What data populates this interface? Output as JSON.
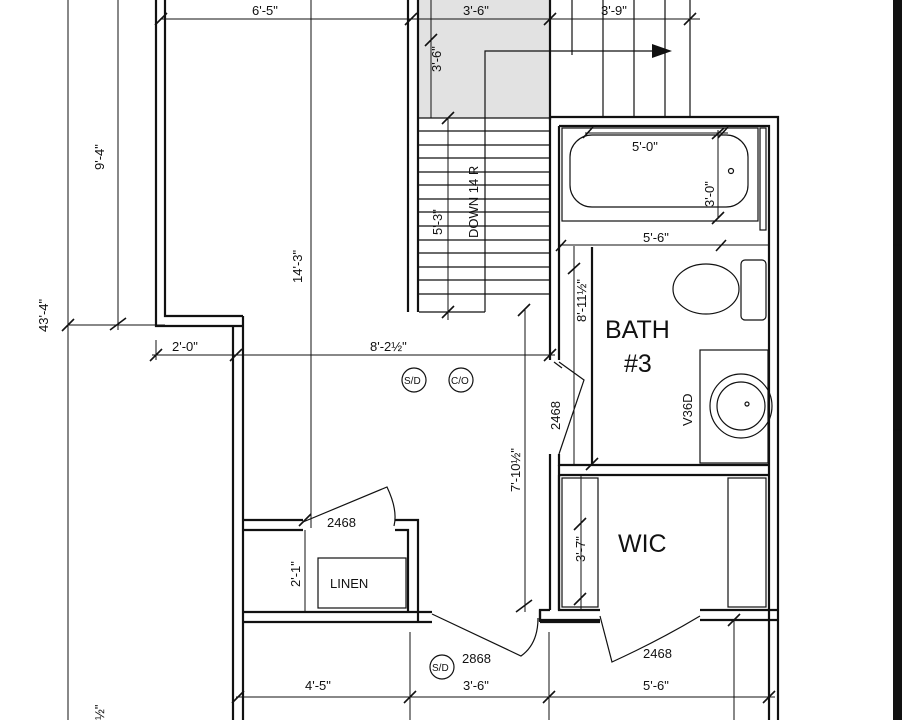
{
  "rooms": {
    "bath_line1": "BATH",
    "bath_line2": "#3",
    "wic": "WIC",
    "linen": "LINEN"
  },
  "stairs": {
    "label": "DOWN 14 R"
  },
  "dimensions": {
    "top_6_5": "6'-5\"",
    "top_3_6": "3'-6\"",
    "top_3_9": "3'-9\"",
    "stair_3_6_vert": "3'-6\"",
    "stair_5_3": "5'-3\"",
    "left_9_4": "9'-4\"",
    "left_43_4": "43'-4\"",
    "left_bottom_partial": "½\"",
    "center_14_3": "14'-3\"",
    "left_2_0": "2'-0\"",
    "hall_8_2_half": "8'-2½\"",
    "hall_7_10_half": "7'-10½\"",
    "tub_5_0": "5'-0\"",
    "tub_3_0": "3'-0\"",
    "bath_5_6": "5'-6\"",
    "bath_8_11_half": "8'-11½\"",
    "wic_3_7": "3'-7\"",
    "linen_2_1": "2'-1\"",
    "bottom_4_5": "4'-5\"",
    "bottom_3_6": "3'-6\"",
    "bottom_5_6": "5'-6\""
  },
  "doors": {
    "bath_door": "2468",
    "linen_door": "2468",
    "hall_door": "2868",
    "wic_door": "2468"
  },
  "fixtures": {
    "vanity": "V36D",
    "smoke_1": "S/D",
    "co_detector": "C/O",
    "smoke_2": "S/D"
  },
  "colors": {
    "line": "#111111",
    "stair_shade": "#e2e2e2",
    "background": "#ffffff"
  }
}
